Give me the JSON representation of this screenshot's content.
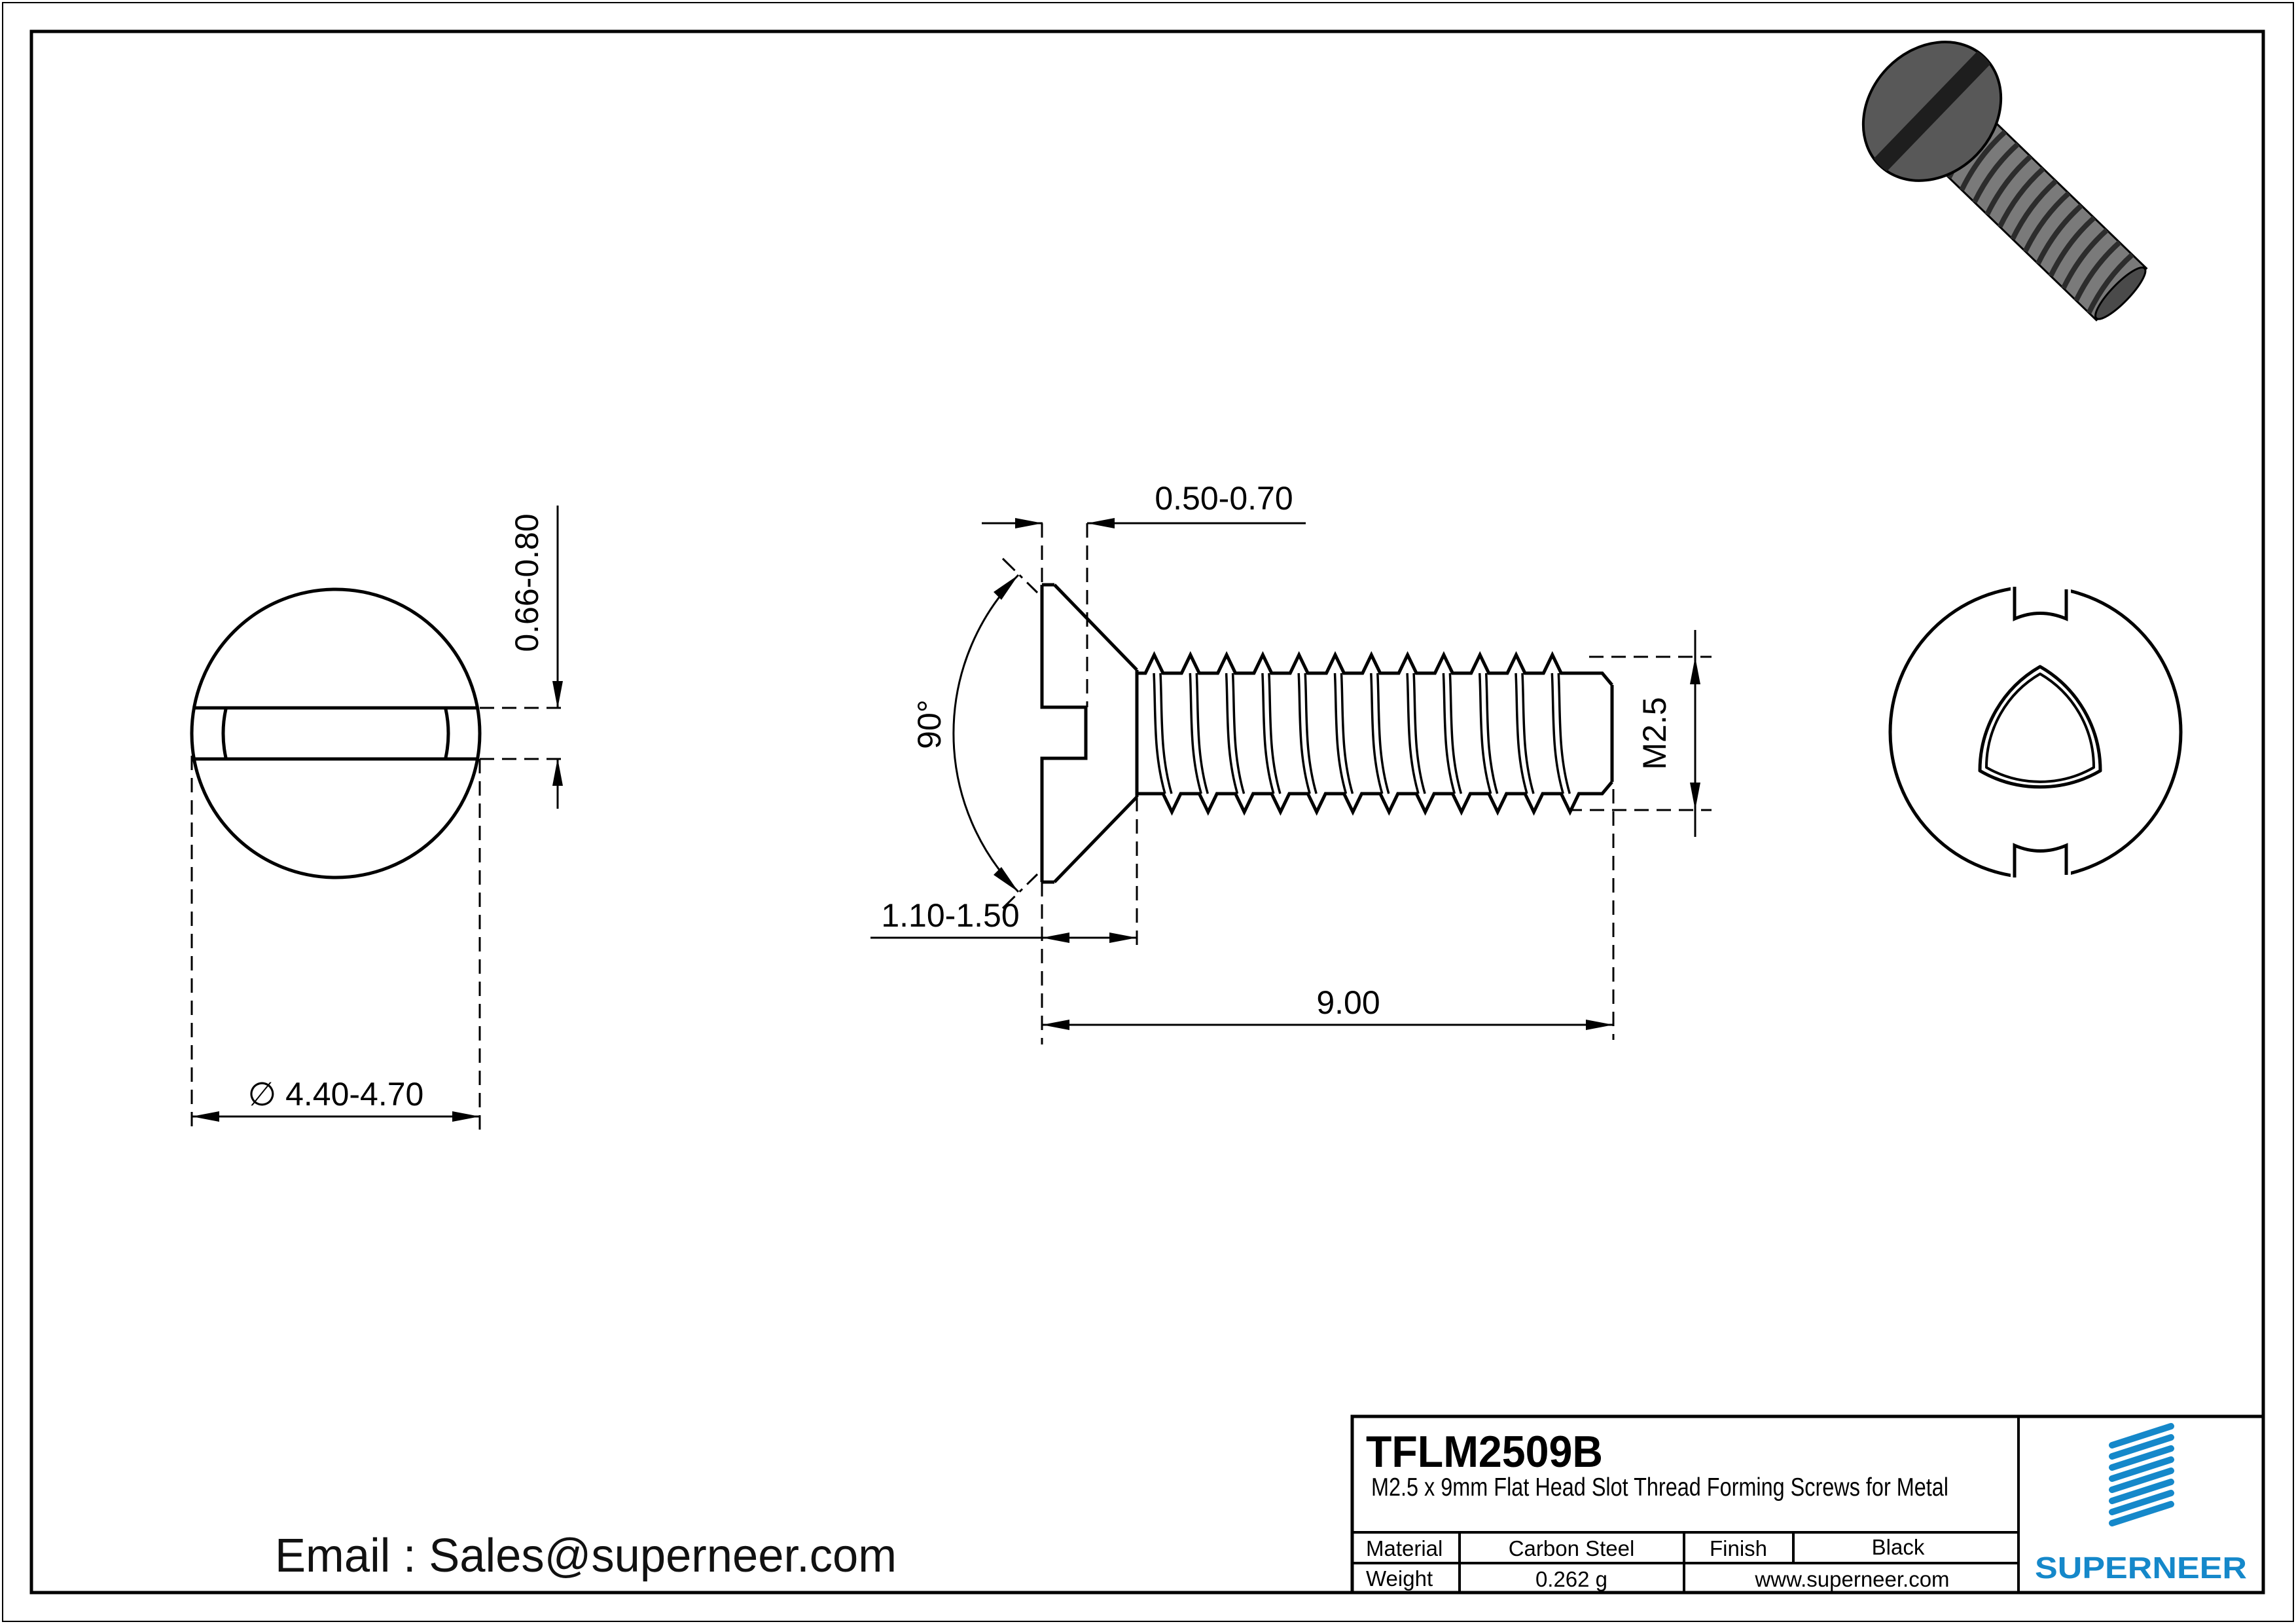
{
  "page": {
    "email_label": "Email : Sales@superneer.com"
  },
  "views": {
    "front": {
      "slot_depth_dim": "0.66-0.80",
      "head_diameter_dim": "∅ 4.40-4.70"
    },
    "side": {
      "slot_width_dim": "0.50-0.70",
      "countersink_angle_dim": "90°",
      "head_height_dim": "1.10-1.50",
      "length_dim": "9.00",
      "thread_dim": "M2.5"
    }
  },
  "title_block": {
    "part_number": "TFLM2509B",
    "description": "M2.5 x 9mm Flat Head Slot Thread Forming Screws for Metal",
    "material_label": "Material",
    "material_value": "Carbon Steel",
    "finish_label": "Finish",
    "finish_value": "Black",
    "weight_label": "Weight",
    "weight_value": "0.262 g",
    "website": "www.superneer.com",
    "brand": "SUPERNEER"
  },
  "colors": {
    "brand_blue": "#1588ca",
    "link_blue": "#1a85d6",
    "line_black": "#000000",
    "screw_head_gray": "#585858",
    "screw_slot_dark": "#1e1e1e",
    "screw_shank_gray": "#7a7a7a"
  }
}
